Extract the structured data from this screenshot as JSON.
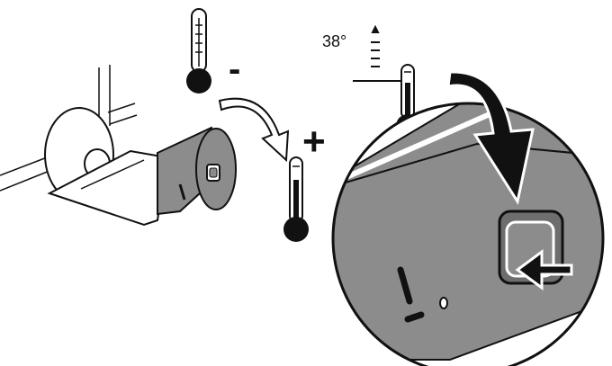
{
  "labels": {
    "minus": "-",
    "plus": "+",
    "temperature": "38°"
  },
  "icons": [
    "thermometer-icon-cold",
    "thermometer-icon-hot",
    "thermometer-icon-detail",
    "rotate-arrow-icon",
    "press-arrow-icon"
  ],
  "colors": {
    "ink": "#111111",
    "shade": "#8c8c8c",
    "paper": "#ffffff"
  }
}
